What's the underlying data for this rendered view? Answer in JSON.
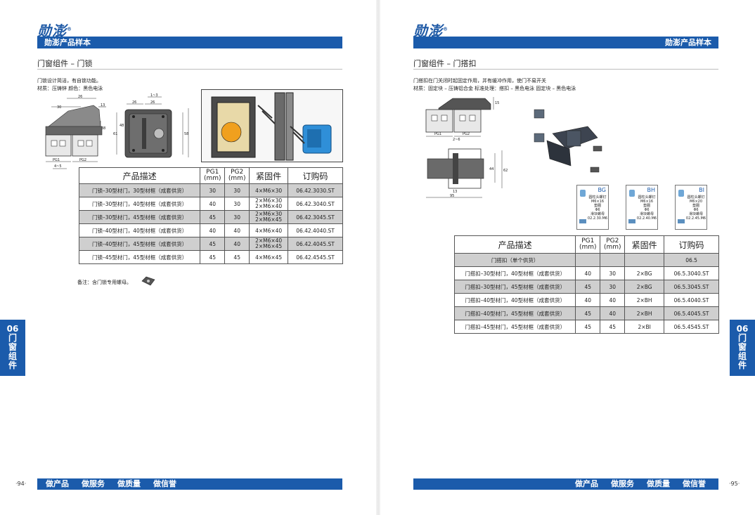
{
  "left_page": {
    "logo": "勋澎",
    "logo_mark": "®",
    "header_bar": "勋澎产品样本",
    "section_title": "门窗组件 – 门锁",
    "desc_line1": "门锁设计简洁，有自锁功能。",
    "desc_line2": "材质：压铸锌     颜色：黑色电泳",
    "table": {
      "headers": [
        "产品描述",
        "PG1",
        "(mm)",
        "PG2",
        "(mm)",
        "紧固件",
        "订购码"
      ],
      "rows": [
        {
          "desc": "门锁–30型材门，30型材框（成套供货）",
          "pg1": "30",
          "pg2": "30",
          "fastener": "4×M6×30",
          "code": "06.42.3030.ST"
        },
        {
          "desc": "门锁–30型材门，40型材框（成套供货）",
          "pg1": "40",
          "pg2": "30",
          "fastener": "2×M6×30\n2×M6×40",
          "code": "06.42.3040.ST"
        },
        {
          "desc": "门锁–30型材门，45型材框（成套供货）",
          "pg1": "45",
          "pg2": "30",
          "fastener": "2×M6×30\n2×M6×45",
          "code": "06.42.3045.ST"
        },
        {
          "desc": "门锁–40型材门，40型材框（成套供货）",
          "pg1": "40",
          "pg2": "40",
          "fastener": "4×M6×40",
          "code": "06.42.4040.ST"
        },
        {
          "desc": "门锁–40型材门，45型材框（成套供货）",
          "pg1": "45",
          "pg2": "40",
          "fastener": "2×M6×40\n2×M6×45",
          "code": "06.42.4045.ST"
        },
        {
          "desc": "门锁–45型材门，45型材框（成套供货）",
          "pg1": "45",
          "pg2": "45",
          "fastener": "4×M6×45",
          "code": "06.42.4545.ST"
        }
      ]
    },
    "note": "备注：含门锁专用螺母。",
    "side_tab": [
      "06",
      "门",
      "窗",
      "组",
      "件"
    ],
    "footer": [
      "做产品",
      "做服务",
      "做质量",
      "做信誉"
    ],
    "page_number": "·94·",
    "drawing_dims": {
      "d1": "30",
      "d2": "26",
      "d3": "13",
      "d4": "38",
      "d5": "4~5",
      "d6": "PG1",
      "d7": "PG2",
      "d8": "1~3",
      "d9": "26",
      "d10": "26",
      "d11": "61",
      "d12": "58",
      "d13": "48"
    }
  },
  "right_page": {
    "logo": "勋澎",
    "logo_mark": "®",
    "header_bar": "勋澎产品样本",
    "section_title": "门窗组件 – 门搭扣",
    "desc_line1": "门搭扣在门关闭时起固定作用，并有缓冲作用，使门不易开关",
    "desc_line2": "材质：固定块 – 压铸铝合金     标准处理：搭扣 – 黑色电泳 固定块 – 黑色电泳",
    "cards": [
      {
        "tag": "BG",
        "l1": "圆柱头螺钉",
        "l2": "M6×16",
        "l3": "垫圈",
        "l4": "Φ6",
        "l5": "滑块螺母",
        "l6": "02.2.30.M6"
      },
      {
        "tag": "BH",
        "l1": "圆柱头螺钉",
        "l2": "M6×16",
        "l3": "垫圈",
        "l4": "Φ6",
        "l5": "滑块螺母",
        "l6": "02.2.40.M6"
      },
      {
        "tag": "BI",
        "l1": "圆柱头螺钉",
        "l2": "M6×20",
        "l3": "垫圈",
        "l4": "Φ6",
        "l5": "滑块螺母",
        "l6": "02.2.45.M6"
      }
    ],
    "table": {
      "headers": [
        "产品描述",
        "PG1",
        "(mm)",
        "PG2",
        "(mm)",
        "紧固件",
        "订购码"
      ],
      "single_row": {
        "desc": "门搭扣（单个供货）",
        "code": "06.5"
      },
      "rows": [
        {
          "desc": "门搭扣–30型材门，40型材框（成套供货）",
          "pg1": "40",
          "pg2": "30",
          "fastener": "2×BG",
          "code": "06.5.3040.ST"
        },
        {
          "desc": "门搭扣–30型材门，45型材框（成套供货）",
          "pg1": "45",
          "pg2": "30",
          "fastener": "2×BG",
          "code": "06.5.3045.ST"
        },
        {
          "desc": "门搭扣–40型材门，40型材框（成套供货）",
          "pg1": "40",
          "pg2": "40",
          "fastener": "2×BH",
          "code": "06.5.4040.ST"
        },
        {
          "desc": "门搭扣–40型材门，45型材框（成套供货）",
          "pg1": "45",
          "pg2": "40",
          "fastener": "2×BH",
          "code": "06.5.4045.ST"
        },
        {
          "desc": "门搭扣–45型材门，45型材框（成套供货）",
          "pg1": "45",
          "pg2": "45",
          "fastener": "2×BI",
          "code": "06.5.4545.ST"
        }
      ]
    },
    "side_tab": [
      "06",
      "门",
      "窗",
      "组",
      "件"
    ],
    "footer": [
      "做产品",
      "做服务",
      "做质量",
      "做信誉"
    ],
    "page_number": "·95·",
    "drawing_dims": {
      "d1": "PG1",
      "d2": "PG2",
      "d3": "2~6",
      "d4": "15",
      "d5": "95",
      "d6": "13",
      "d7": "44",
      "d8": "62"
    }
  },
  "colors": {
    "brand_blue": "#1b5bab",
    "row_shade": "#cfcfcf",
    "lock_accent": "#f0a01e",
    "lock_blue": "#2f8fd8"
  }
}
